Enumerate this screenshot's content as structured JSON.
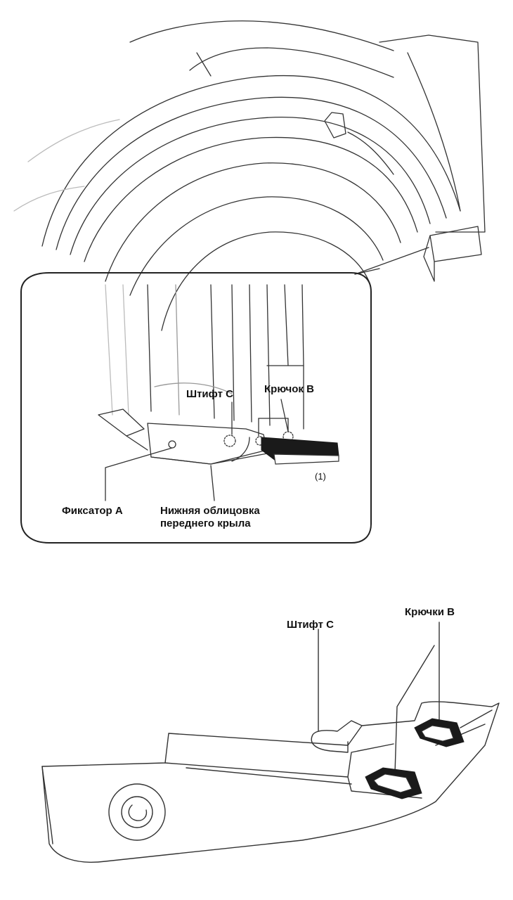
{
  "top_figure": {
    "labels": {
      "pin_c": "Штифт C",
      "hook_b": "Крючок B",
      "clip_a": "Фиксатор A",
      "lower_trim_line1": "Нижняя облицовка",
      "lower_trim_line2": "переднего крыла",
      "callout_number": "(1)"
    }
  },
  "bottom_figure": {
    "labels": {
      "pin_c": "Штифт C",
      "hooks_b": "Крючки B"
    }
  },
  "colors": {
    "line": "#333333",
    "faint_line": "#cfcfcf",
    "text": "#111111",
    "shading": "#1a1a1a"
  }
}
